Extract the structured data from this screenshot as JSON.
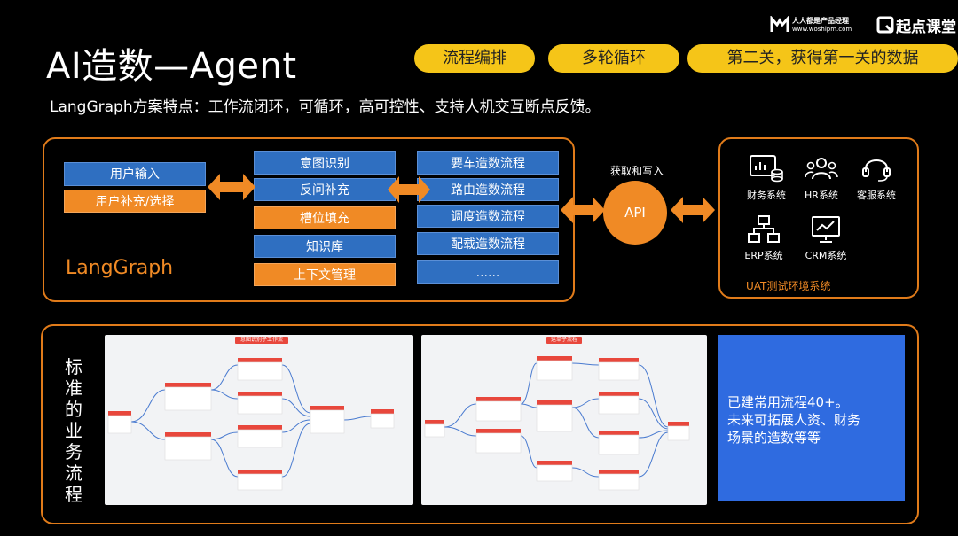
{
  "header": {
    "title": "AI造数—Agent",
    "subtitle": "LangGraph方案特点：工作流闭环，可循环，高可控性、支持人机交互断点反馈。",
    "pills": [
      "流程编排",
      "多轮循环",
      "第二关，获得第一关的数据"
    ],
    "logo_left_line1": "人人都是产品经理",
    "logo_left_line2": "www.woshipm.com",
    "logo_right": "起点课堂"
  },
  "langgraph": {
    "label": "LangGraph",
    "inputs": [
      "用户输入",
      "用户补充/选择"
    ],
    "modules": [
      "意图识别",
      "反问补充",
      "槽位填充",
      "知识库",
      "上下文管理"
    ],
    "flows": [
      "要车造数流程",
      "路由造数流程",
      "调度造数流程",
      "配载造数流程",
      "......"
    ]
  },
  "api": {
    "caption": "获取和写入",
    "label": "API"
  },
  "uat": {
    "label": "UAT测试环境系统",
    "systems": [
      {
        "name": "财务系统",
        "icon": "finance-icon"
      },
      {
        "name": "HR系统",
        "icon": "hr-icon"
      },
      {
        "name": "客服系统",
        "icon": "headset-icon"
      },
      {
        "name": "ERP系统",
        "icon": "erp-icon"
      },
      {
        "name": "CRM系统",
        "icon": "crm-icon"
      }
    ]
  },
  "business": {
    "label": "标准的业务流程",
    "flow1_title": "意图识别子工作流",
    "flow2_title": "运单子流程",
    "info_line1": "已建常用流程40+。",
    "info_line2": "未来可拓展人资、财务",
    "info_line3": "场景的造数等等"
  },
  "colors": {
    "accent_orange": "#f08a25",
    "pill_yellow": "#f5c518",
    "box_blue": "#2f6fc1",
    "info_blue": "#2f6be0",
    "panel_border": "#e07b1a"
  }
}
